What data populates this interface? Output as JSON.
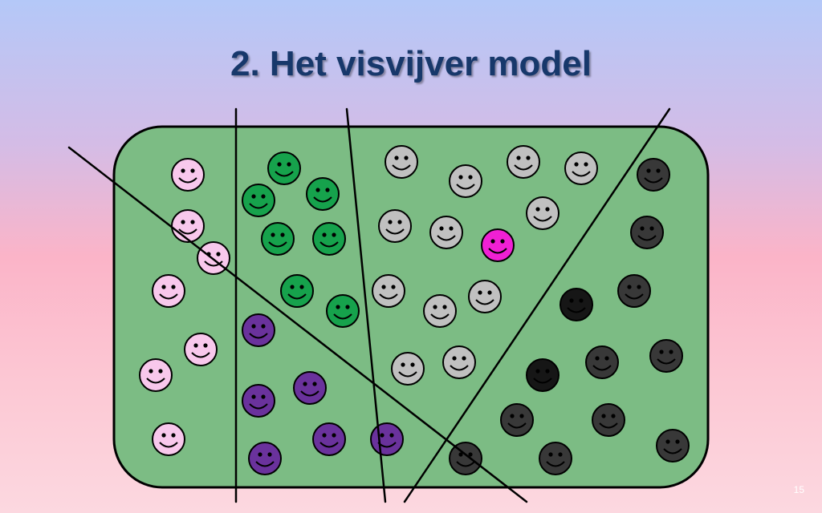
{
  "slide": {
    "title": "2. Het visvijver model",
    "page_number": "15"
  },
  "colors": {
    "pond_fill": "#7cbc84",
    "pond_stroke": "#000000",
    "pink": "#f8c8ec",
    "green": "#16a24c",
    "purple": "#6a329c",
    "gray": "#c0c0c0",
    "magenta": "#f020d4",
    "dark": "#383838",
    "black": "#161616"
  },
  "faces": {
    "icon": "smiley-face-icon",
    "groups": [
      "pink",
      "green",
      "purple",
      "gray",
      "magenta",
      "dark",
      "black"
    ]
  }
}
